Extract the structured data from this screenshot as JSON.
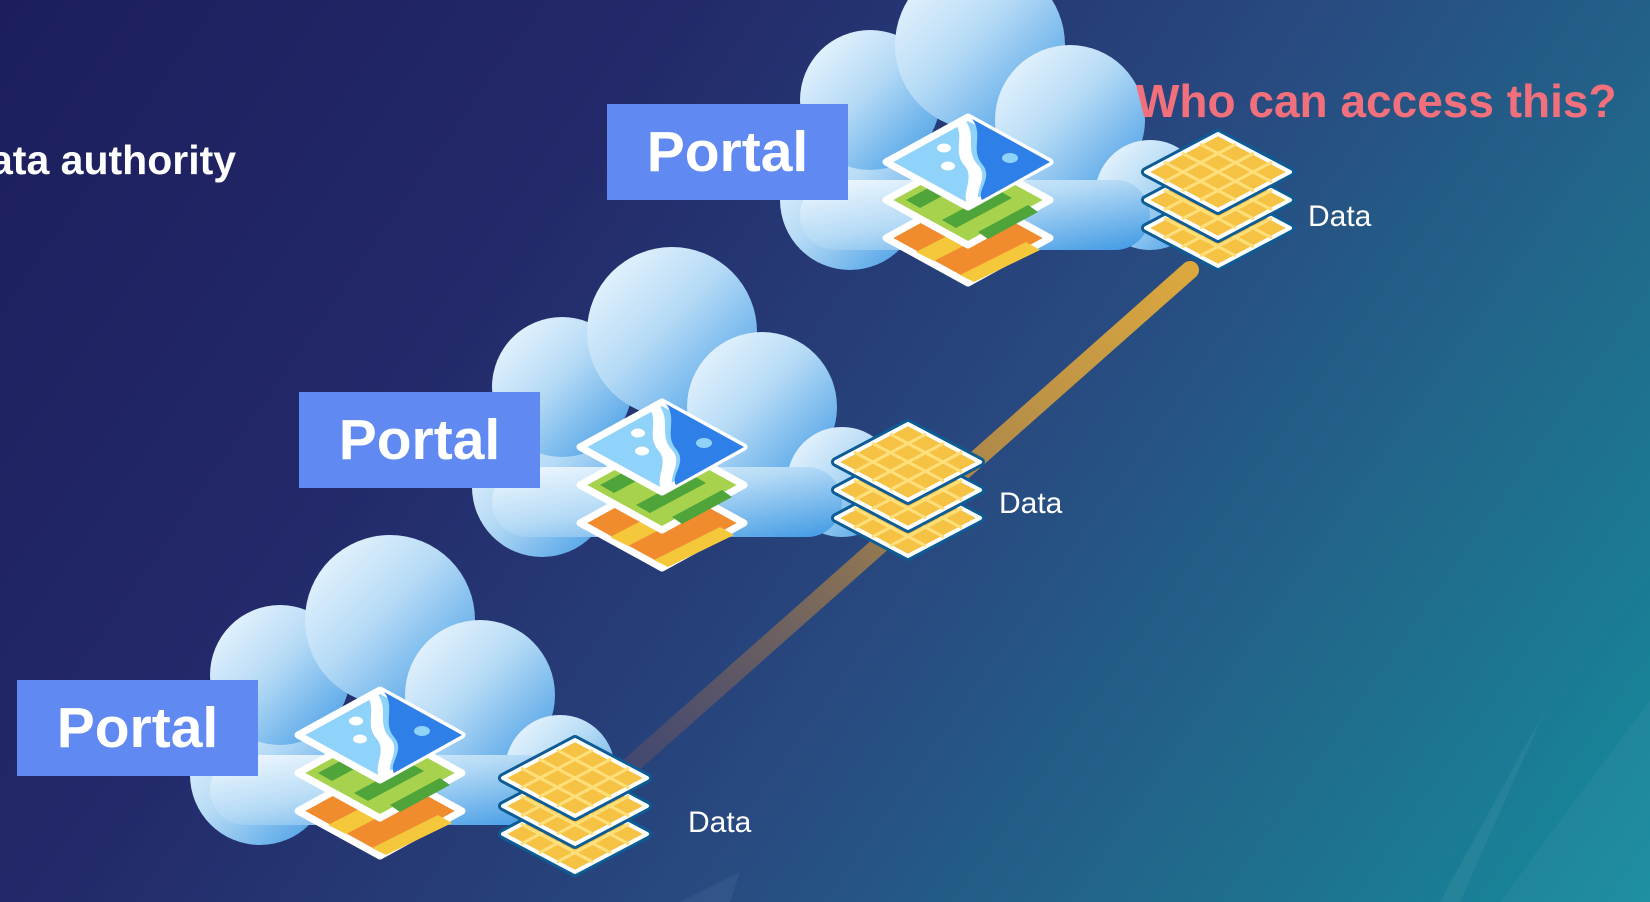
{
  "heading": "ata authority",
  "question": "Who can access this?",
  "portals": [
    {
      "label": "Portal"
    },
    {
      "label": "Portal"
    },
    {
      "label": "Portal"
    }
  ],
  "data_layers": [
    {
      "label": "Data"
    },
    {
      "label": "Data"
    },
    {
      "label": "Data"
    }
  ],
  "colors": {
    "portal_box": "#6189f2",
    "question_text": "#f2707c",
    "link_line": "#d7a23c",
    "data_layer_fill": "#f6c244",
    "cloud_light": "#eaf4ff",
    "cloud_dark": "#46a0e6"
  },
  "icons": [
    "cloud-icon",
    "basemap-layers-icon",
    "data-layers-icon"
  ]
}
